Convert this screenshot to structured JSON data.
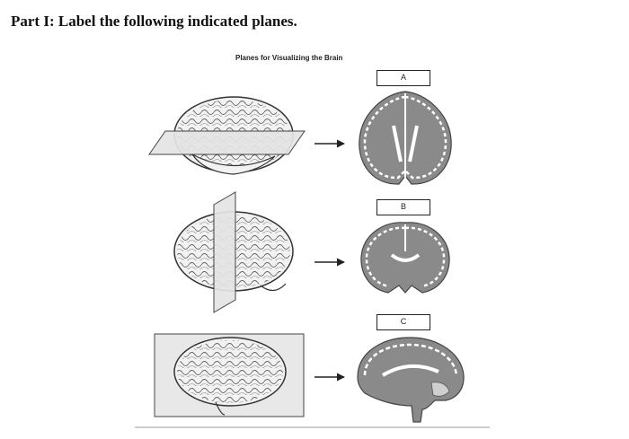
{
  "heading": "Part I: Label the following indicated planes.",
  "figure": {
    "title": "Planes for Visualizing the Brain",
    "labels": [
      "A",
      "B",
      "C"
    ]
  },
  "icons": [
    "brain-horizontal-plane",
    "brain-frontal-plane",
    "brain-sagittal-plane",
    "arrow-right",
    "section-horizontal",
    "section-coronal",
    "section-midsagittal"
  ]
}
